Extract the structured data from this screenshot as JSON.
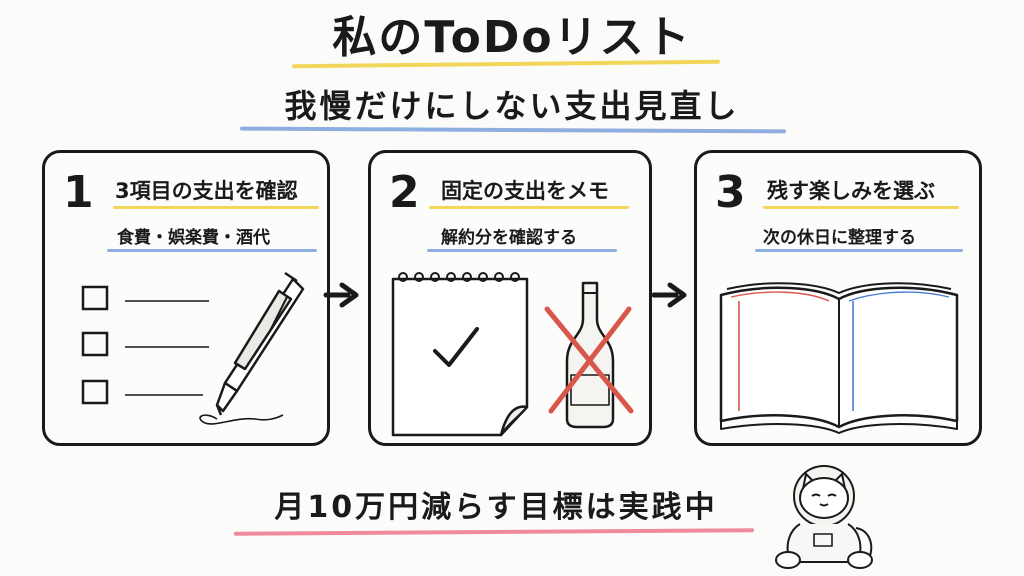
{
  "title": "私のToDoリスト",
  "subtitle": "我慢だけにしない支出見直し",
  "steps": [
    {
      "number": "1",
      "heading": "3項目の支出を確認",
      "detail": "食費・娯楽費・酒代"
    },
    {
      "number": "2",
      "heading": "固定の支出をメモ",
      "detail": "解約分を確認する"
    },
    {
      "number": "3",
      "heading": "残す楽しみを選ぶ",
      "detail": "次の休日に整理する"
    }
  ],
  "goal": "月10万円減らす目標は実践中",
  "colors": {
    "yellow": "#f2d65a",
    "blue": "#8eaee0",
    "pink": "#ef8a9c",
    "cross": "#d9574a"
  },
  "icons": [
    "checklist-icon",
    "pen-icon",
    "notepad-check-icon",
    "crossed-bottle-icon",
    "open-book-icon",
    "cat-astronaut-icon",
    "arrow-right-icon"
  ]
}
